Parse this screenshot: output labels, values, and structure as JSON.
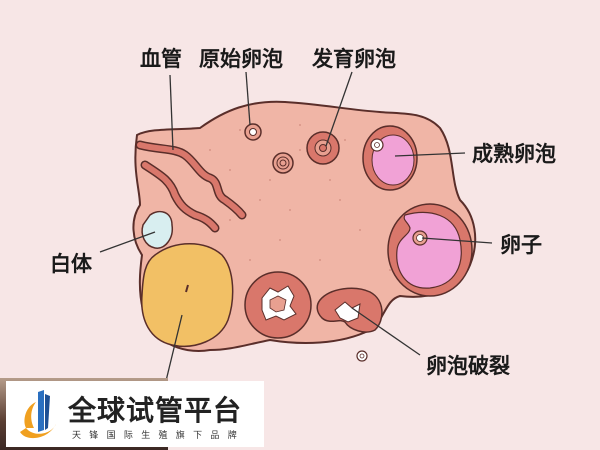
{
  "title": "卵巢结构示意图",
  "labels": {
    "blood_vessel": "血管",
    "primordial_follicle": "原始卵泡",
    "developing_follicle": "发育卵泡",
    "mature_follicle": "成熟卵泡",
    "ovum": "卵子",
    "corpus_albicans": "白体",
    "follicle_rupture": "卵泡破裂"
  },
  "logo": {
    "title": "全球试管平台",
    "subtitle": "天锋国际生殖旗下品牌"
  },
  "colors": {
    "background": "#f7e6e6",
    "ovary_tissue": "#f0b5a6",
    "outline": "#5a2e2a",
    "follicle_wall": "#d9776b",
    "follicle_fluid": "#f1a2d6",
    "corpus_luteum": "#f2c065",
    "corpus_albicans": "#d8eef0",
    "logo_orange": "#f0a020",
    "logo_blue": "#2a6fc0"
  }
}
